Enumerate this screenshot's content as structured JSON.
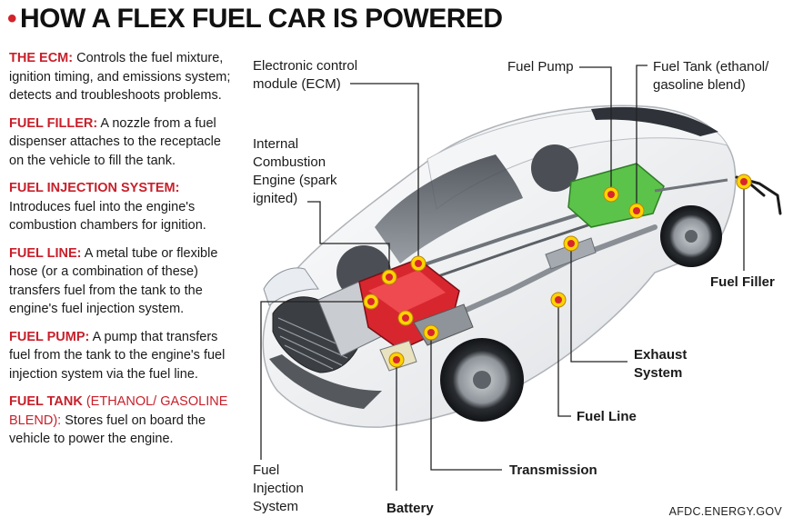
{
  "title": "HOW A FLEX FUEL CAR IS POWERED",
  "definitions": [
    {
      "term": "THE ECM:",
      "text": " Controls the fuel mixture, ignition timing, and emissions system; detects and troubleshoots problems."
    },
    {
      "term": "FUEL FILLER:",
      "text": " A nozzle from a fuel dispenser attaches to the receptacle on the vehicle to fill the tank."
    },
    {
      "term": "FUEL INJECTION SYSTEM:",
      "text": " Introduces fuel into the engine's combustion chambers for ignition."
    },
    {
      "term": "FUEL LINE:",
      "text": " A metal tube or flexible hose (or a combination of these) transfers fuel from the tank to the engine's fuel injection system."
    },
    {
      "term": "FUEL PUMP:",
      "text": " A pump that transfers fuel from the tank to the engine's fuel injection system via the fuel line."
    },
    {
      "term": "FUEL TANK",
      "term_extra": " (ETHANOL/ GASOLINE BLEND):",
      "text": " Stores fuel on board the vehicle to power the engine."
    }
  ],
  "callouts": {
    "ecm": [
      "Electronic control",
      "module (ECM)"
    ],
    "ice": [
      "Internal",
      "Combustion",
      "Engine (spark",
      "ignited)"
    ],
    "fuel_pump": [
      "Fuel Pump"
    ],
    "fuel_tank": [
      "Fuel Tank (ethanol/",
      "gasoline blend)"
    ],
    "fuel_filler": [
      "Fuel Filler"
    ],
    "exhaust": [
      "Exhaust",
      "System"
    ],
    "fuel_line": [
      "Fuel Line"
    ],
    "transmission": [
      "Transmission"
    ],
    "battery": [
      "Battery"
    ],
    "fuel_injection": [
      "Fuel",
      "Injection",
      "System"
    ]
  },
  "source": "AFDC.ENERGY.GOV",
  "colors": {
    "accent": "#c8202b",
    "marker": "#ffd400",
    "engine": "#d8262f",
    "tank": "#5cc34a"
  }
}
